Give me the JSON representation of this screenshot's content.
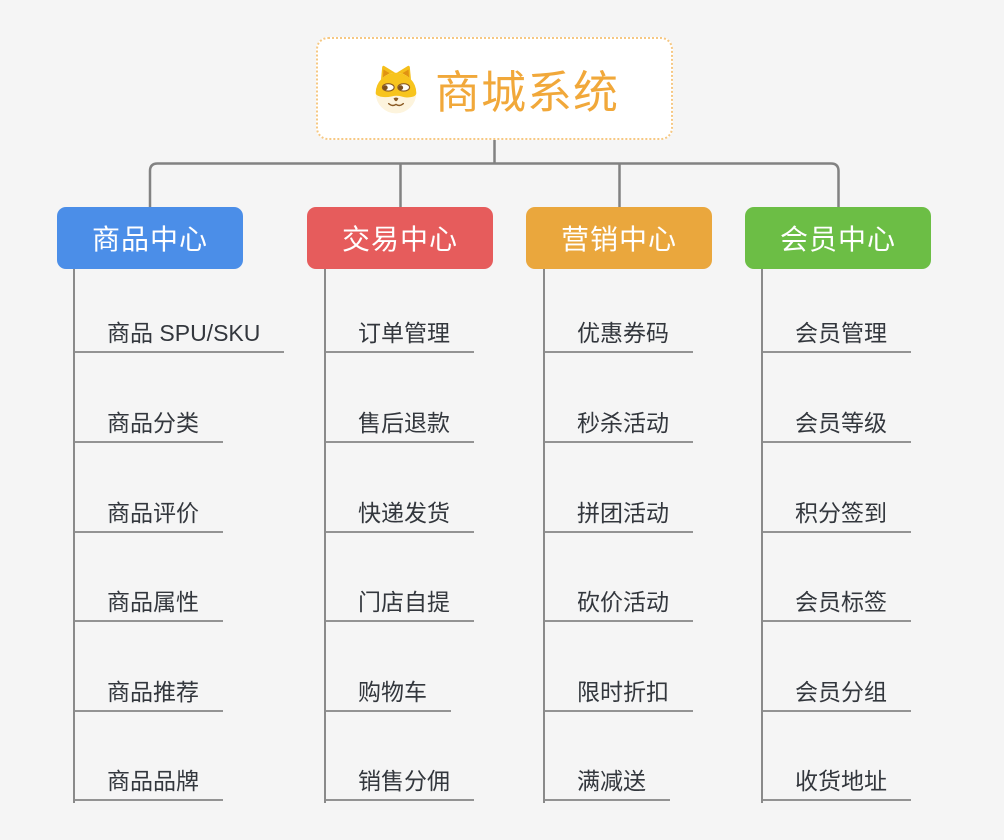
{
  "page": {
    "background": "#f5f5f5"
  },
  "lines": {
    "color": "#828282"
  },
  "root": {
    "title": "商城系统",
    "icon": "doge-icon",
    "title_color": "#f1a83a",
    "border_color": "#f6c883"
  },
  "branches": [
    {
      "label": "商品中心",
      "color": "#4b8ee8",
      "children": [
        "商品 SPU/SKU",
        "商品分类",
        "商品评价",
        "商品属性",
        "商品推荐",
        "商品品牌"
      ]
    },
    {
      "label": "交易中心",
      "color": "#e65c5c",
      "children": [
        "订单管理",
        "售后退款",
        "快递发货",
        "门店自提",
        "购物车",
        "销售分佣"
      ]
    },
    {
      "label": "营销中心",
      "color": "#eaa73d",
      "children": [
        "优惠券码",
        "秒杀活动",
        "拼团活动",
        "砍价活动",
        "限时折扣",
        "满减送"
      ]
    },
    {
      "label": "会员中心",
      "color": "#6cbe45",
      "children": [
        "会员管理",
        "会员等级",
        "积分签到",
        "会员标签",
        "会员分组",
        "收货地址"
      ]
    }
  ]
}
